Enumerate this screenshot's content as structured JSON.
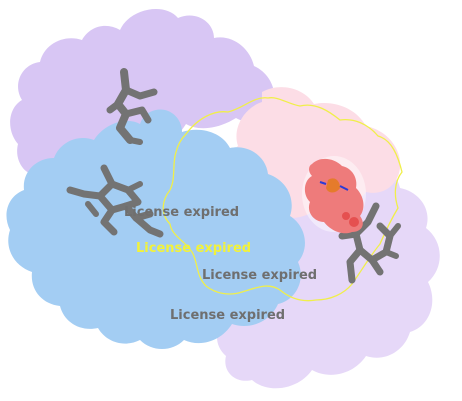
{
  "viewer": {
    "watermarks": [
      "License expired",
      "License expired",
      "License expired",
      "License expired"
    ]
  },
  "colors": {
    "background": "#ffffff",
    "chain_purple": "#d8c6f4",
    "chain_blue": "#a3cdf3",
    "chain_pink": "#fcdde6",
    "chain_lavender": "#e6d8f8",
    "ligand_gray": "#737373",
    "selected_ligand_red": "#ee7b7b",
    "selected_ligand_orange": "#e57b2b",
    "selected_ligand_blue": "#2b3bd6",
    "selection_outline_yellow": "#f0ef4a",
    "watermark_gray": "#6f6f6f",
    "watermark_yellow": "#f2f23a"
  },
  "icons": {
    "heme_ligand": "heme-ligand-icon",
    "selected_ligand": "selected-ligand-icon"
  }
}
